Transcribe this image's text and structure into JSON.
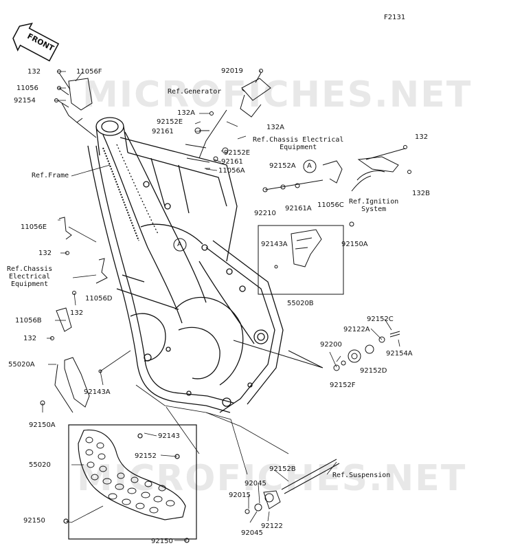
{
  "figure_code": "F2131",
  "watermark": "MICROFICHES.NET",
  "front_arrow": "FRONT",
  "callout_letter": "A",
  "labels": {
    "p132_a": "132",
    "p11056f": "11056F",
    "p11056": "11056",
    "p92154": "92154",
    "p92019": "92019",
    "ref_generator": "Ref.Generator",
    "p132a_1": "132A",
    "p92152e_1": "92152E",
    "p92161_1": "92161",
    "p132a_2": "132A",
    "ref_chassis_elec_top": "Ref.Chassis Electrical\nEquipment",
    "p92152e_2": "92152E",
    "p92161_2": "92161",
    "p11056a": "11056A",
    "ref_frame": "Ref.Frame",
    "p92152a": "92152A",
    "p132_r": "132",
    "p132b": "132B",
    "ref_ignition": "Ref.Ignition\nSystem",
    "p92210": "92210",
    "p92161a": "92161A",
    "p11056c": "11056C",
    "p11056e": "11056E",
    "p132_e": "132",
    "ref_chassis_elec_left": "Ref.Chassis\nElectrical\nEquipment",
    "p11056d": "11056D",
    "p132_d": "132",
    "p11056b": "11056B",
    "p132_b": "132",
    "p92143a_r": "92143A",
    "p92150a_r": "92150A",
    "p55020b": "55020B",
    "p92152c": "92152C",
    "p92122a": "92122A",
    "p92200": "92200",
    "p92154a": "92154A",
    "p92152d": "92152D",
    "p92152f": "92152F",
    "p55020a": "55020A",
    "p92143a_l": "92143A",
    "p92150a_l": "92150A",
    "p92143": "92143",
    "p55020": "55020",
    "p92152": "92152",
    "p92152b": "92152B",
    "ref_suspension": "Ref.Suspension",
    "p92045_1": "92045",
    "p92015": "92015",
    "p92150_l": "92150",
    "p92045_2": "92045",
    "p92122": "92122",
    "p92150_b": "92150"
  }
}
